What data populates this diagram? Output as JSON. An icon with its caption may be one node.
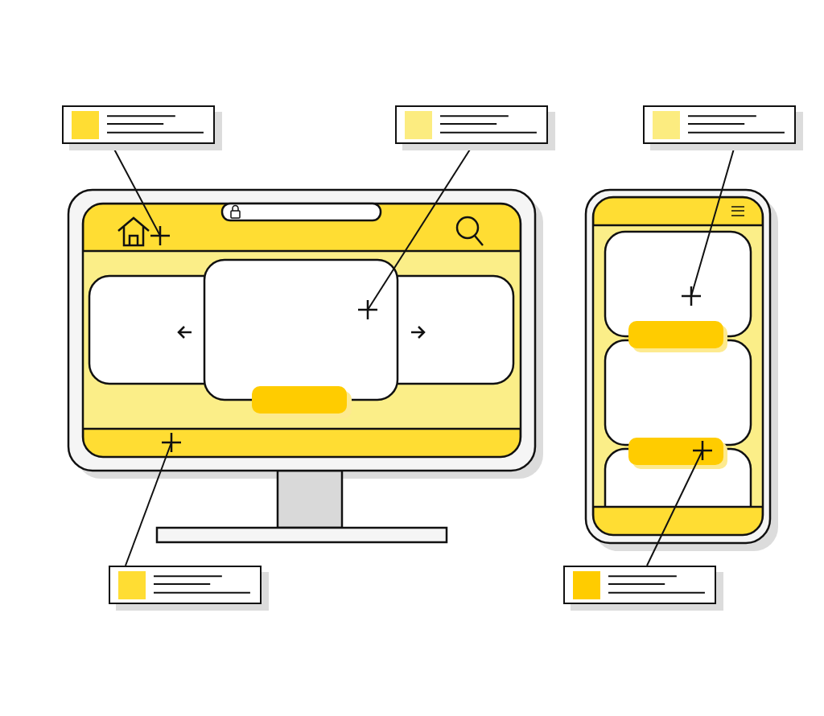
{
  "diagram": {
    "nodes": [
      {
        "text": [],
        "shape": "box"
      },
      {
        "text": [],
        "shape": "box"
      },
      {
        "text": [],
        "shape": "box"
      },
      {
        "text": [],
        "shape": "box"
      },
      {
        "text": [],
        "shape": "box"
      }
    ],
    "edges": [
      {
        "from": 0,
        "to": null,
        "arrow": "none"
      },
      {
        "from": 1,
        "to": null,
        "arrow": "none"
      },
      {
        "from": 2,
        "to": null,
        "arrow": "none"
      },
      {
        "from": 3,
        "to": null,
        "arrow": "none"
      },
      {
        "from": 4,
        "to": null,
        "arrow": "none"
      }
    ]
  }
}
